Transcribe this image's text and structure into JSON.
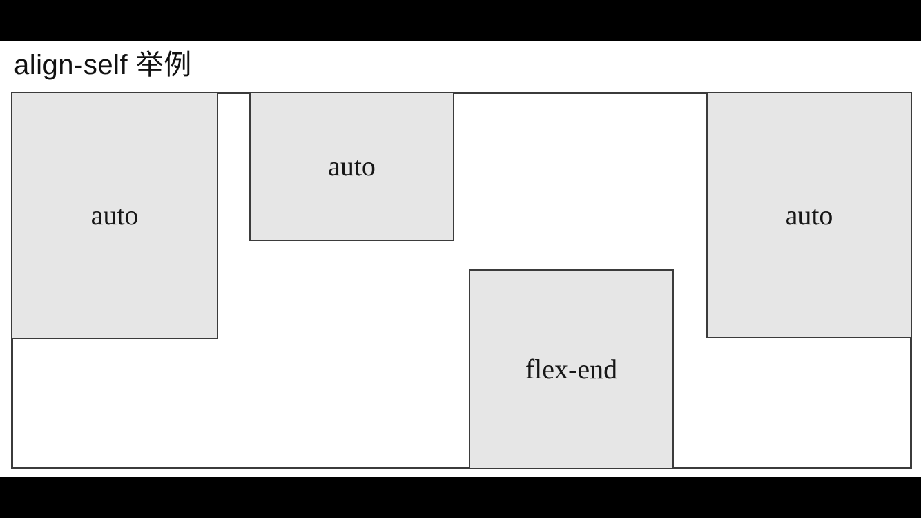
{
  "page": {
    "title": "align-self 举例"
  },
  "container": {
    "boxes": [
      {
        "label": "auto",
        "align": "auto"
      },
      {
        "label": "auto",
        "align": "auto"
      },
      {
        "label": "flex-end",
        "align": "flex-end"
      },
      {
        "label": "auto",
        "align": "auto"
      }
    ]
  },
  "theme": {
    "page_bg": "#ffffff",
    "letterbox": "#000000",
    "line": "#3b3b3b",
    "box_fill": "#e6e6e6",
    "title_color": "#111111",
    "label_color": "#161616"
  }
}
